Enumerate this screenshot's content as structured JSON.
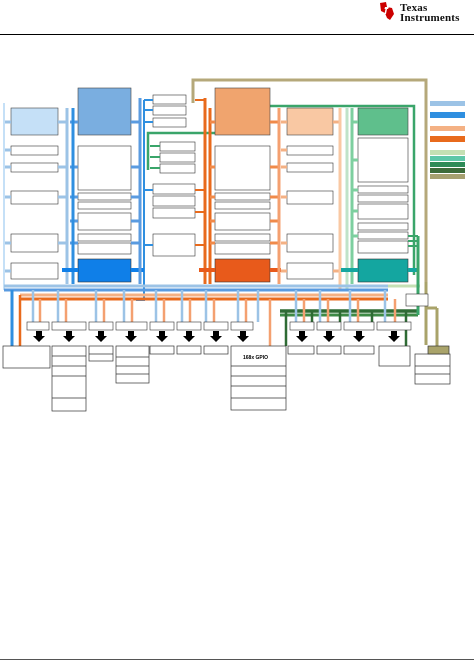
{
  "header": {
    "brand_line1": "Texas",
    "brand_line2": "Instruments"
  },
  "diagram": {
    "gpio_label": "168x GPIO"
  },
  "legend": {
    "swatch_colors": [
      "#9cc3e6",
      "#2f8fe0",
      "#f4b184",
      "#e86a1c",
      "#c5e0b4",
      "#5fc7a8",
      "#2e8b57",
      "#3d6b3a",
      "#a6a070"
    ]
  },
  "colors": {
    "light_blue": "#c5e0f7",
    "mid_blue": "#7aaee0",
    "bright_blue": "#0f7fe8",
    "light_orange": "#f9c8a3",
    "mid_orange": "#f0a46e",
    "dark_orange": "#e85a1b",
    "light_green": "#c7e8cf",
    "mid_green": "#5fbf8c",
    "teal": "#14a6a0",
    "dark_green": "#2e6b34",
    "olive": "#a9a36a"
  }
}
